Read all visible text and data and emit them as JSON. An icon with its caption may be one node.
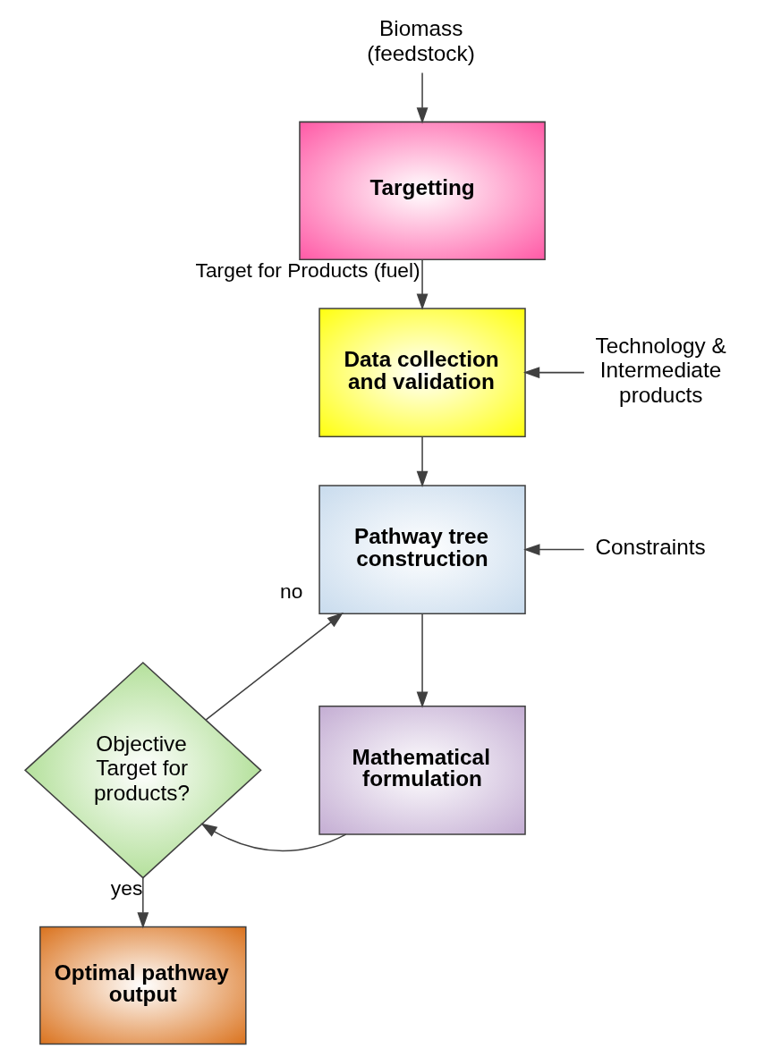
{
  "diagram": {
    "nodes": [
      {
        "text": [
          "Biomass (feedstock)"
        ]
      },
      {
        "text": [
          "Targetting"
        ]
      },
      {
        "text": [
          "Data collection and validation"
        ]
      },
      {
        "text": [
          "Technology & Intermediate products"
        ]
      },
      {
        "text": [
          "Pathway tree construction"
        ]
      },
      {
        "text": [
          "Constraints"
        ]
      },
      {
        "text": [
          "Mathematical formulation"
        ]
      },
      {
        "text": [
          "Objective Target for products?"
        ]
      },
      {
        "text": [
          "Optimal pathway output"
        ]
      }
    ],
    "edges": [
      {
        "from": 0,
        "to": 1,
        "arrow": "to"
      },
      {
        "from": 1,
        "to": 2,
        "arrow": "to",
        "label": "Target for Products (fuel)"
      },
      {
        "from": 3,
        "to": 2,
        "arrow": "to"
      },
      {
        "from": 2,
        "to": 4,
        "arrow": "to"
      },
      {
        "from": 5,
        "to": 4,
        "arrow": "to"
      },
      {
        "from": 4,
        "to": 6,
        "arrow": "to"
      },
      {
        "from": 6,
        "to": 7,
        "arrow": "to"
      },
      {
        "from": 7,
        "to": 4,
        "arrow": "to",
        "label": "no"
      },
      {
        "from": 7,
        "to": 8,
        "arrow": "to",
        "label": "yes"
      }
    ]
  }
}
